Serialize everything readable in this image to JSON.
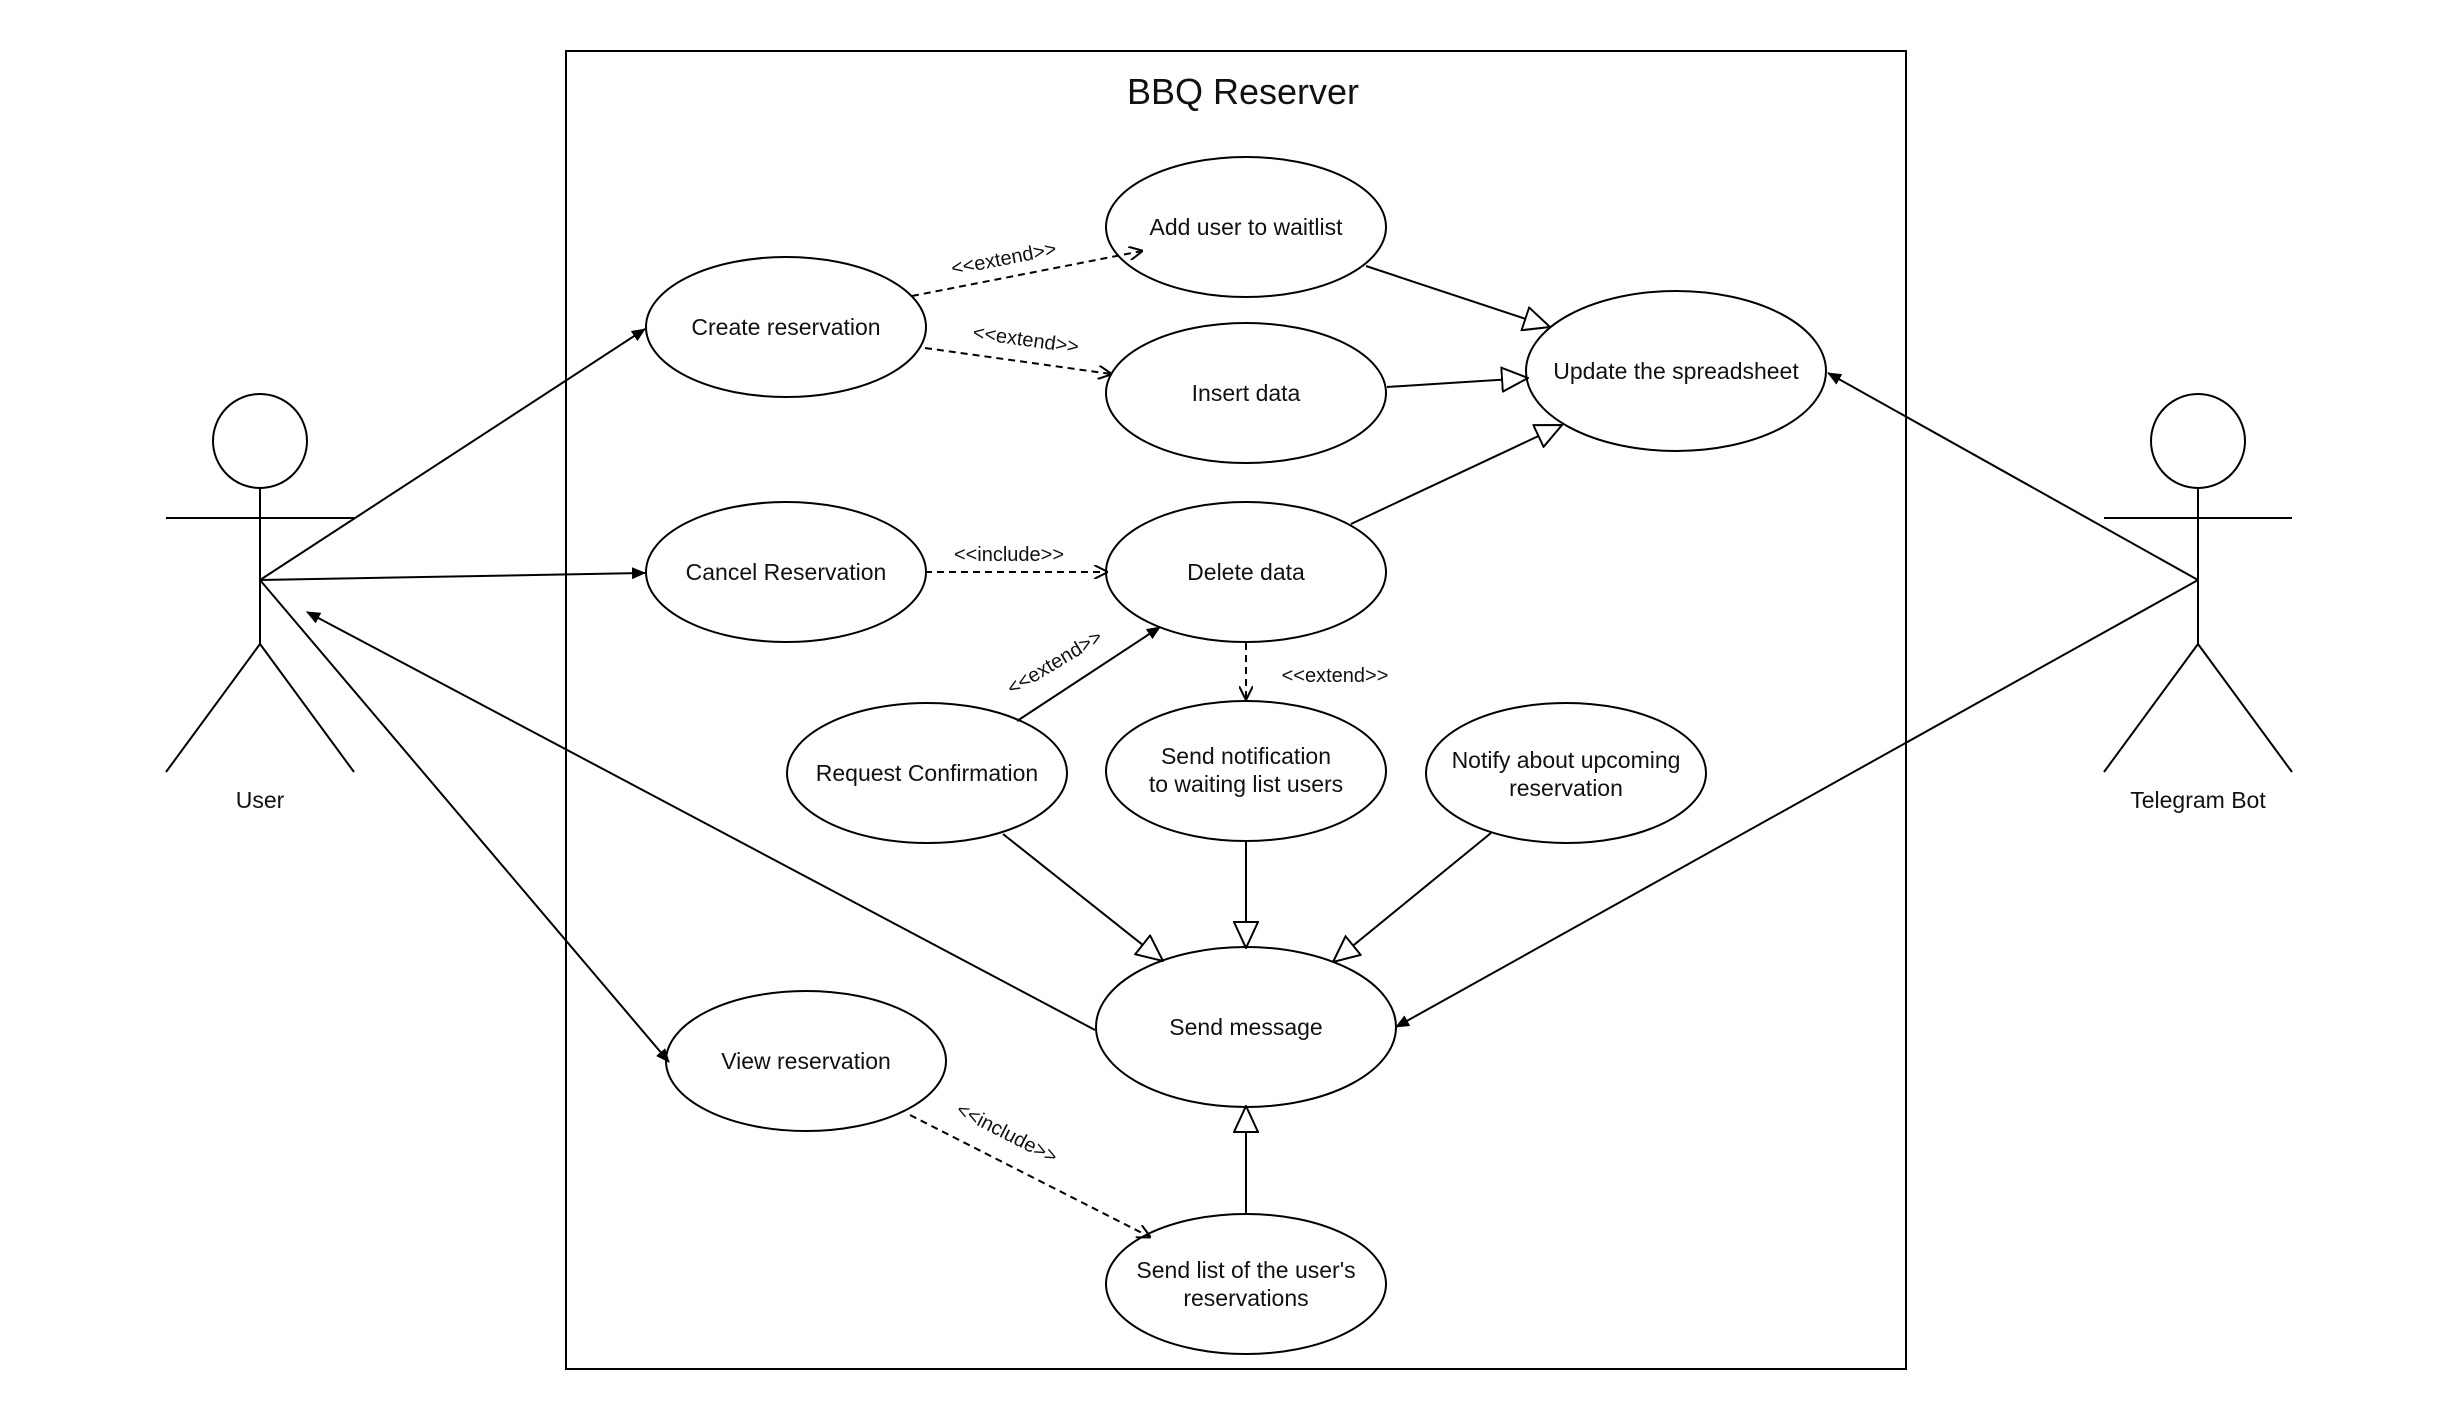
{
  "system": {
    "title": "BBQ Reserver"
  },
  "actors": {
    "user": {
      "label": "User"
    },
    "bot": {
      "label": "Telegram Bot"
    }
  },
  "use_cases": {
    "create_reservation": [
      "Create reservation"
    ],
    "add_waitlist": [
      "Add user to waitlist"
    ],
    "insert_data": [
      "Insert data"
    ],
    "update_spreadsheet": [
      "Update the spreadsheet"
    ],
    "cancel_reservation": [
      "Cancel Reservation"
    ],
    "delete_data": [
      "Delete data"
    ],
    "request_confirmation": [
      "Request Confirmation"
    ],
    "send_notification": [
      "Send notification",
      "to waiting list users"
    ],
    "notify_upcoming": [
      "Notify about upcoming",
      "reservation"
    ],
    "send_message": [
      "Send message"
    ],
    "view_reservation": [
      "View reservation"
    ],
    "send_list": [
      "Send list of the user's",
      "reservations"
    ]
  },
  "relations": {
    "extend": "<<extend>>",
    "include": "<<include>>"
  },
  "colors": {
    "line": "#000000",
    "background": "#ffffff"
  }
}
